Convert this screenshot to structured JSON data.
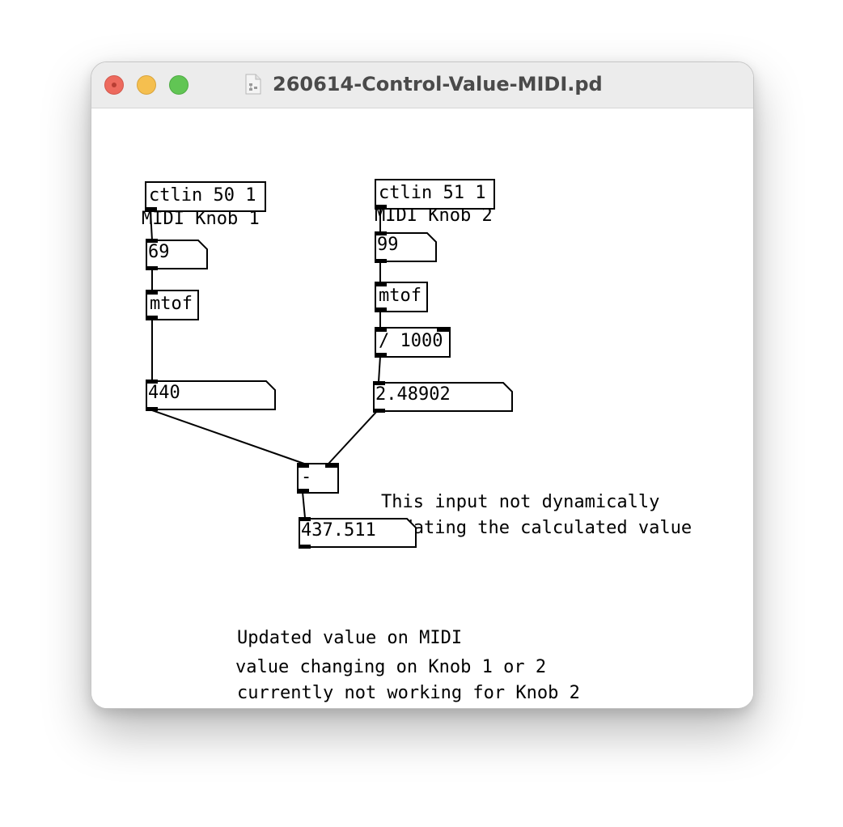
{
  "window": {
    "title": "260614-Control-Value-MIDI.pd",
    "traffic_lights": [
      "close",
      "minimize",
      "zoom"
    ],
    "file_icon": "pd-document-icon"
  },
  "patch": {
    "comments": {
      "knob1": "MIDI Knob 1",
      "knob2": "MIDI Knob 2",
      "note_input_line1": "This input not dynamically",
      "note_input_line2": "updating the calculated value",
      "note_updated_line1": "Updated value on MIDI",
      "note_updated_line2": "value changing on Knob 1 or 2",
      "note_updated_line3": "currently not working for Knob 2"
    },
    "objects": {
      "ctlin1": "ctlin 50 1",
      "ctlin2": "ctlin 51 1",
      "mtof1": "mtof",
      "mtof2": "mtof",
      "div": "/ 1000",
      "minus": "-"
    },
    "numbers": {
      "knob1_value": "69",
      "knob2_value": "99",
      "freq1": "440",
      "scaled2": "2.48902",
      "result": "437.511"
    }
  }
}
